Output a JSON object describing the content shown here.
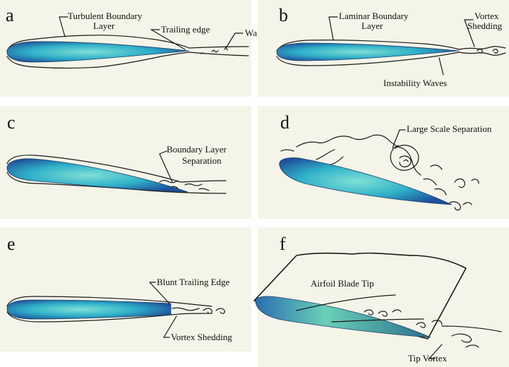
{
  "panels": {
    "a": {
      "letter": "a",
      "labels": {
        "turbulent_boundary_layer": [
          "Turbulent Boundary",
          "Layer"
        ],
        "trailing_edge": "Trailing edge",
        "wake": "Wake"
      }
    },
    "b": {
      "letter": "b",
      "labels": {
        "laminar_boundary_layer": [
          "Laminar Boundary",
          "Layer"
        ],
        "vortex_shedding": [
          "Vortex",
          "Shedding"
        ],
        "instability_waves": "Instability Waves"
      }
    },
    "c": {
      "letter": "c",
      "labels": {
        "boundary_layer_separation": [
          "Boundary Layer",
          "Separation"
        ]
      }
    },
    "d": {
      "letter": "d",
      "labels": {
        "large_scale_separation": "Large Scale Separation"
      }
    },
    "e": {
      "letter": "e",
      "labels": {
        "blunt_trailing_edge": "Blunt Trailing Edge",
        "vortex_shedding": "Vortex Shedding"
      }
    },
    "f": {
      "letter": "f",
      "labels": {
        "airfoil_blade_tip": "Airfoil Blade Tip",
        "tip_vortex": "Tip Vortex"
      }
    }
  },
  "colors": {
    "panel_background": "#f4f4e8",
    "airfoil_light": "#7fe0d6",
    "airfoil_mid": "#2fb0c8",
    "airfoil_dark": "#1e4f9a",
    "blade_tip_fill": "#eef1dc",
    "ink": "#1a1a1a"
  }
}
